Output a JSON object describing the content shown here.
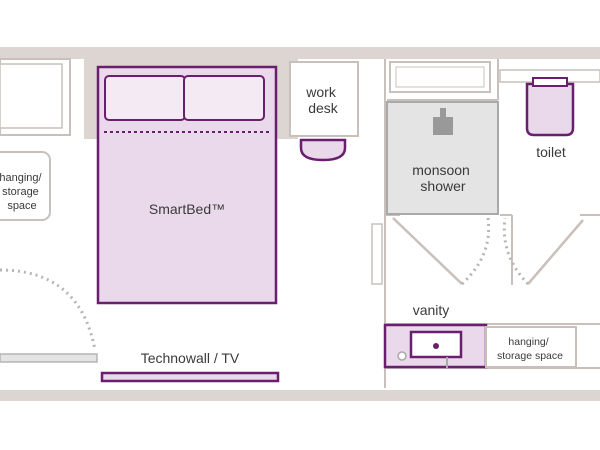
{
  "floorplan": {
    "colors": {
      "wall": "#ddd5d2",
      "wall_edge": "#c9c0bc",
      "accent": "#6a1f6e",
      "bed_fill": "#ead9ea",
      "fixture_edge": "#a9a9a9",
      "shower_fill": "#e4e4e4",
      "line": "#b5b5b5"
    },
    "labels": {
      "work_desk": [
        "work",
        "desk"
      ],
      "monsoon_shower": [
        "monsoon",
        "shower"
      ],
      "toilet": "toilet",
      "hanging_storage_left": [
        "hanging/",
        "storage",
        "space"
      ],
      "smartbed": "SmartBed™",
      "vanity": "vanity",
      "hanging_storage_right": [
        "hanging/",
        "storage space"
      ],
      "technowall": "Technowall / TV"
    }
  }
}
